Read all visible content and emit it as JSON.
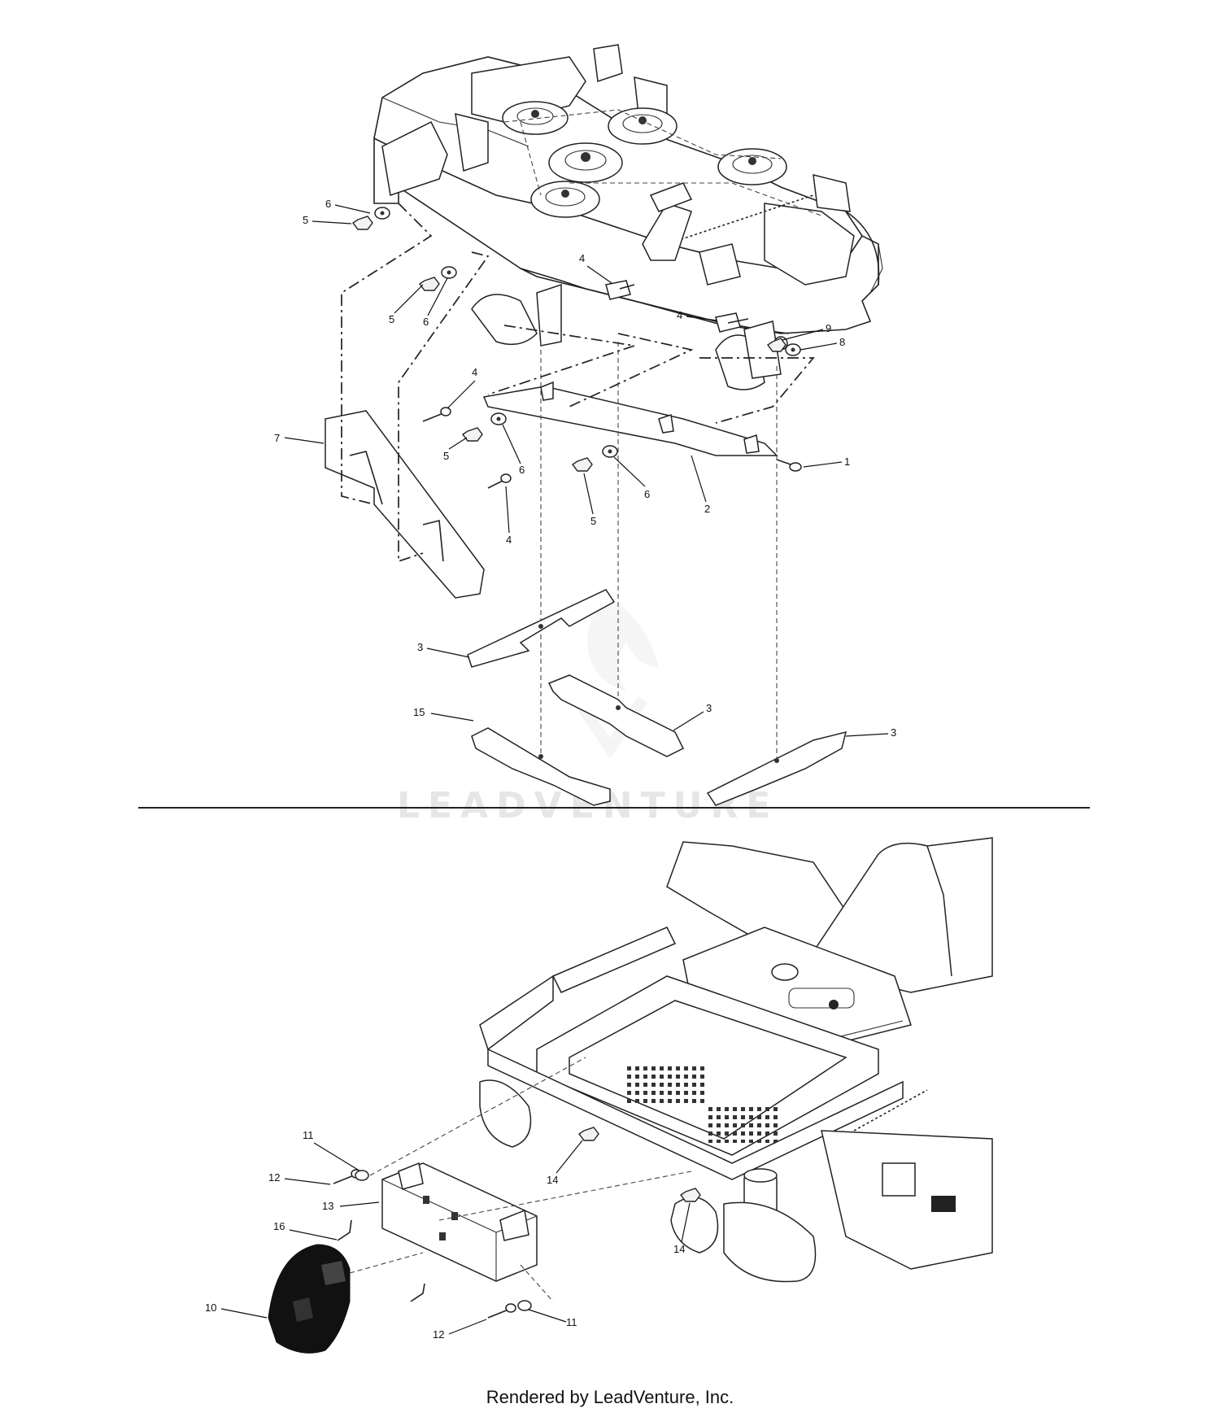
{
  "watermark": "LEADVENTURE",
  "credit": "Rendered by LeadVenture, Inc.",
  "callouts": [
    {
      "id": "c6a",
      "label": "6"
    },
    {
      "id": "c5a",
      "label": "5"
    },
    {
      "id": "c4a",
      "label": "4"
    },
    {
      "id": "c5b",
      "label": "5"
    },
    {
      "id": "c6b",
      "label": "6"
    },
    {
      "id": "c4b",
      "label": "4"
    },
    {
      "id": "c9",
      "label": "9"
    },
    {
      "id": "c8",
      "label": "8"
    },
    {
      "id": "c4c",
      "label": "4"
    },
    {
      "id": "c7",
      "label": "7"
    },
    {
      "id": "c1",
      "label": "1"
    },
    {
      "id": "c5c",
      "label": "5"
    },
    {
      "id": "c6c",
      "label": "6"
    },
    {
      "id": "c6d",
      "label": "6"
    },
    {
      "id": "c2",
      "label": "2"
    },
    {
      "id": "c4d",
      "label": "4"
    },
    {
      "id": "c5d",
      "label": "5"
    },
    {
      "id": "c3a",
      "label": "3"
    },
    {
      "id": "c3b",
      "label": "3"
    },
    {
      "id": "c15",
      "label": "15"
    },
    {
      "id": "c3c",
      "label": "3"
    },
    {
      "id": "c11a",
      "label": "11"
    },
    {
      "id": "c12a",
      "label": "12"
    },
    {
      "id": "c13",
      "label": "13"
    },
    {
      "id": "c16",
      "label": "16"
    },
    {
      "id": "c14a",
      "label": "14"
    },
    {
      "id": "c14b",
      "label": "14"
    },
    {
      "id": "c10",
      "label": "10"
    },
    {
      "id": "c12b",
      "label": "12"
    },
    {
      "id": "c11b",
      "label": "11"
    }
  ]
}
